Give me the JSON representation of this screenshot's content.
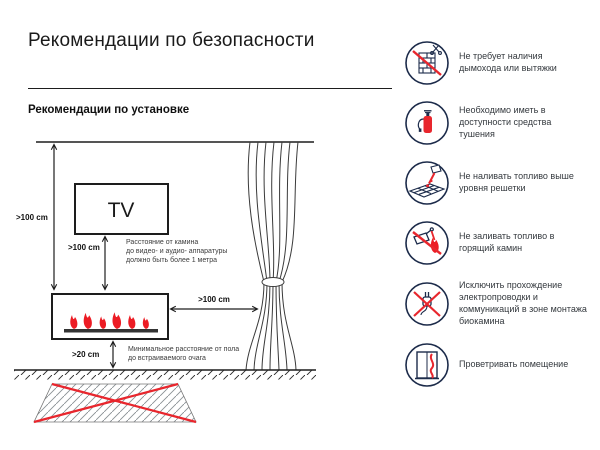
{
  "header": {
    "title": "Рекомендации по безопасности",
    "section_title": "Рекомендации по установке"
  },
  "diagram": {
    "tv_label": "TV",
    "dim_ceiling": ">100 cm",
    "dim_tv": ">100 cm",
    "dim_curtain": ">100 cm",
    "dim_floor": ">20 cm",
    "tv_note_lines": [
      "Расстояние от камина",
      "до видео- и аудио- аппаратуры",
      "должно быть более 1 метра"
    ],
    "floor_note_lines": [
      "Минимальное расстояние от пола",
      "до встраиваемого очага"
    ]
  },
  "safety_items": [
    {
      "icon": "no-chimney-icon",
      "text": "Не требует наличия дымохода или вытяжки"
    },
    {
      "icon": "extinguisher-icon",
      "text": "Необходимо иметь в доступности средства тушения"
    },
    {
      "icon": "no-overfill-icon",
      "text": "Не наливать топливо выше уровня решетки"
    },
    {
      "icon": "no-refuel-burning-icon",
      "text": "Не заливать топливо в горящий камин"
    },
    {
      "icon": "no-wiring-icon",
      "text": "Исключить прохождение электропроводки и коммуникаций в зоне монтажа биокамина"
    },
    {
      "icon": "ventilate-icon",
      "text": "Проветривать помещение"
    }
  ],
  "colors": {
    "accent_red": "#e8262d",
    "flame_red": "#ec1c24",
    "icon_navy": "#1c2b4a",
    "line_dark": "#1d1d1d"
  }
}
